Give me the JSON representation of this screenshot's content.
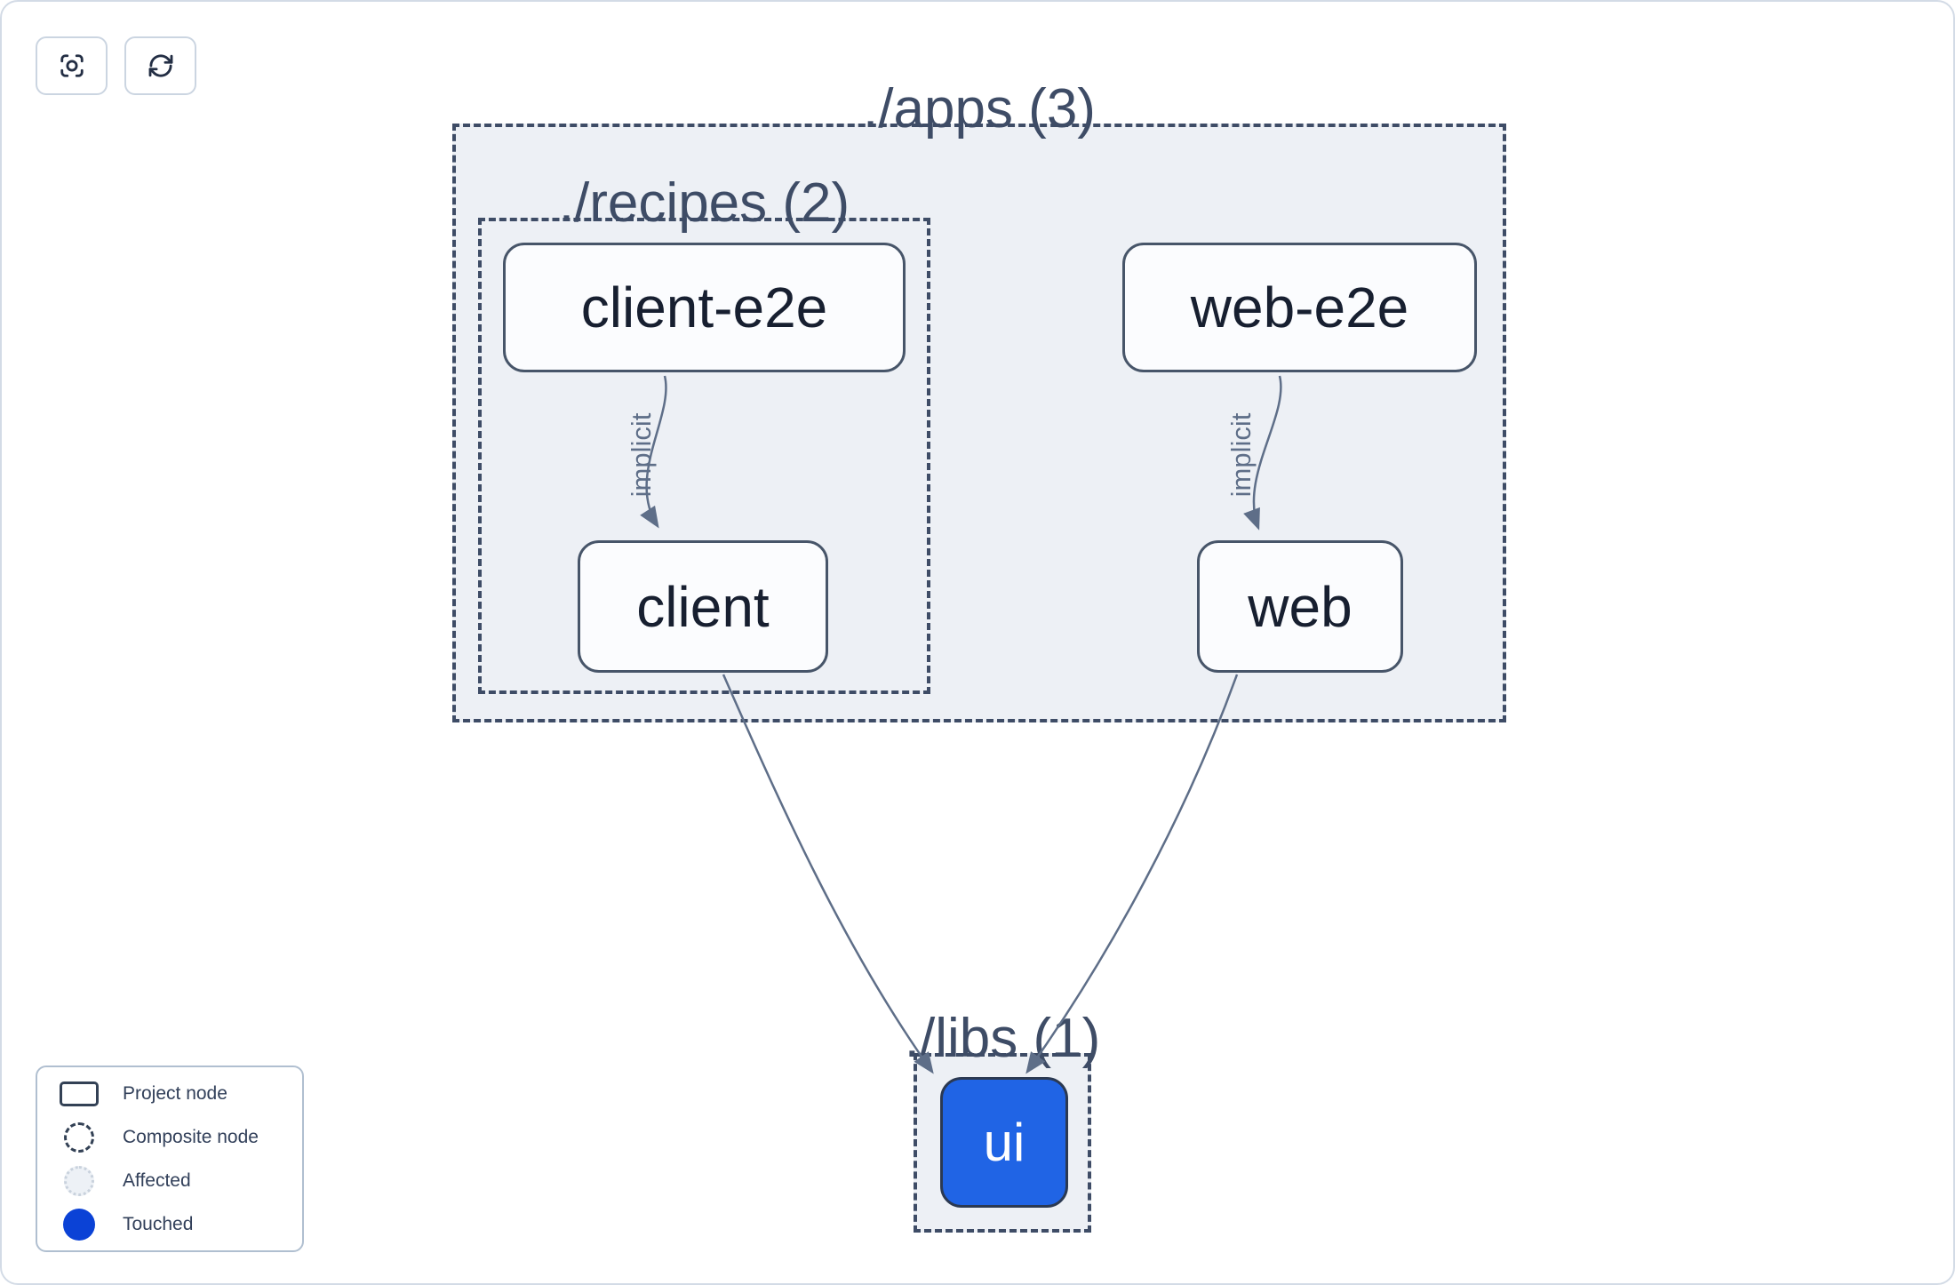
{
  "toolbar": {
    "buttons": [
      {
        "name": "center-graph",
        "icon": "focus-icon"
      },
      {
        "name": "refresh-graph",
        "icon": "refresh-icon"
      }
    ]
  },
  "graph": {
    "groups": [
      {
        "id": "apps",
        "label": "./apps (3)",
        "count": 3
      },
      {
        "id": "recipes",
        "label": "./recipes (2)",
        "count": 2
      },
      {
        "id": "libs",
        "label": "./libs (1)",
        "count": 1
      }
    ],
    "nodes": [
      {
        "id": "client-e2e",
        "label": "client-e2e",
        "group": "recipes",
        "state": "default"
      },
      {
        "id": "client",
        "label": "client",
        "group": "recipes",
        "state": "default"
      },
      {
        "id": "web-e2e",
        "label": "web-e2e",
        "group": "apps",
        "state": "default"
      },
      {
        "id": "web",
        "label": "web",
        "group": "apps",
        "state": "default"
      },
      {
        "id": "ui",
        "label": "ui",
        "group": "libs",
        "state": "touched"
      }
    ],
    "edges": [
      {
        "from": "client-e2e",
        "to": "client",
        "type": "implicit",
        "label": "implicit"
      },
      {
        "from": "web-e2e",
        "to": "web",
        "type": "implicit",
        "label": "implicit"
      },
      {
        "from": "client",
        "to": "ui",
        "type": "static",
        "label": ""
      },
      {
        "from": "web",
        "to": "ui",
        "type": "static",
        "label": ""
      }
    ]
  },
  "legend": {
    "items": [
      {
        "swatch": "project-node",
        "label": "Project node"
      },
      {
        "swatch": "composite-node",
        "label": "Composite node"
      },
      {
        "swatch": "affected",
        "label": "Affected"
      },
      {
        "swatch": "touched",
        "label": "Touched"
      }
    ]
  },
  "colors": {
    "touched_swatch": "#0b42d6",
    "touched_node_fill": "#2064e5",
    "edge": "#5e6e88",
    "group_fill": "#edf0f5",
    "group_border": "#3e4c66",
    "node_border": "#475569",
    "node_text": "#171f30"
  }
}
